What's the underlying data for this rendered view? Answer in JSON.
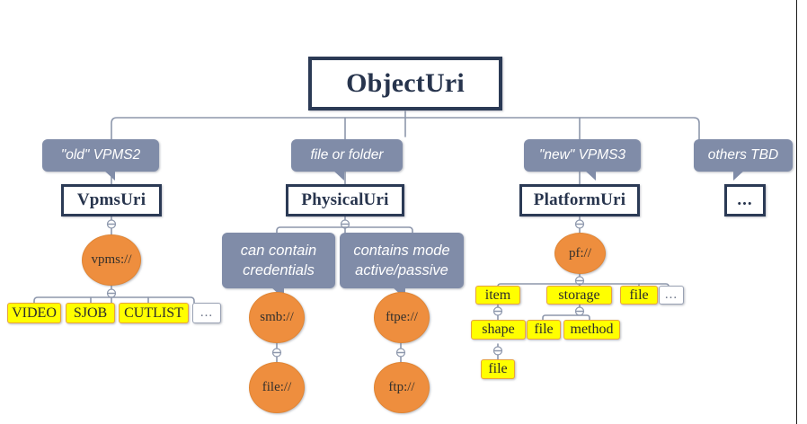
{
  "diagram": {
    "title": "ObjectUri",
    "type": "tree-hierarchy",
    "root": {
      "label": "ObjectUri"
    },
    "annotations": [
      {
        "label": "\"old\" VPMS2"
      },
      {
        "label": "file or folder"
      },
      {
        "label": "\"new\" VPMS3"
      },
      {
        "label": "others TBD"
      },
      {
        "line1": "can contain",
        "line2": "credentials"
      },
      {
        "line1": "contains mode",
        "line2": "active/passive"
      }
    ],
    "level1": [
      {
        "label": "VpmsUri"
      },
      {
        "label": "PhysicalUri"
      },
      {
        "label": "PlatformUri"
      },
      {
        "label": "..."
      }
    ],
    "schemes": [
      {
        "label": "vpms://"
      },
      {
        "label": "smb://"
      },
      {
        "label": "ftpe://"
      },
      {
        "label": "pf://"
      },
      {
        "label": "file://"
      },
      {
        "label": "ftp://"
      }
    ],
    "vpms_segments": [
      {
        "label": "VIDEO"
      },
      {
        "label": "SJOB"
      },
      {
        "label": "CUTLIST"
      },
      {
        "label": "..."
      }
    ],
    "pf_segments": [
      {
        "label": "item"
      },
      {
        "label": "storage"
      },
      {
        "label": "file"
      },
      {
        "label": "..."
      },
      {
        "label": "shape"
      },
      {
        "label": "file"
      },
      {
        "label": "method"
      },
      {
        "label": "file"
      }
    ],
    "colors": {
      "class_border": "#2b3a55",
      "annotation_fill": "#808ca8",
      "scheme_fill": "#ee8e3e",
      "segment_fill": "#ffff00",
      "segment_border": "#e8a33d",
      "connector": "#8d97ac",
      "page_background": "#ffffff"
    }
  }
}
